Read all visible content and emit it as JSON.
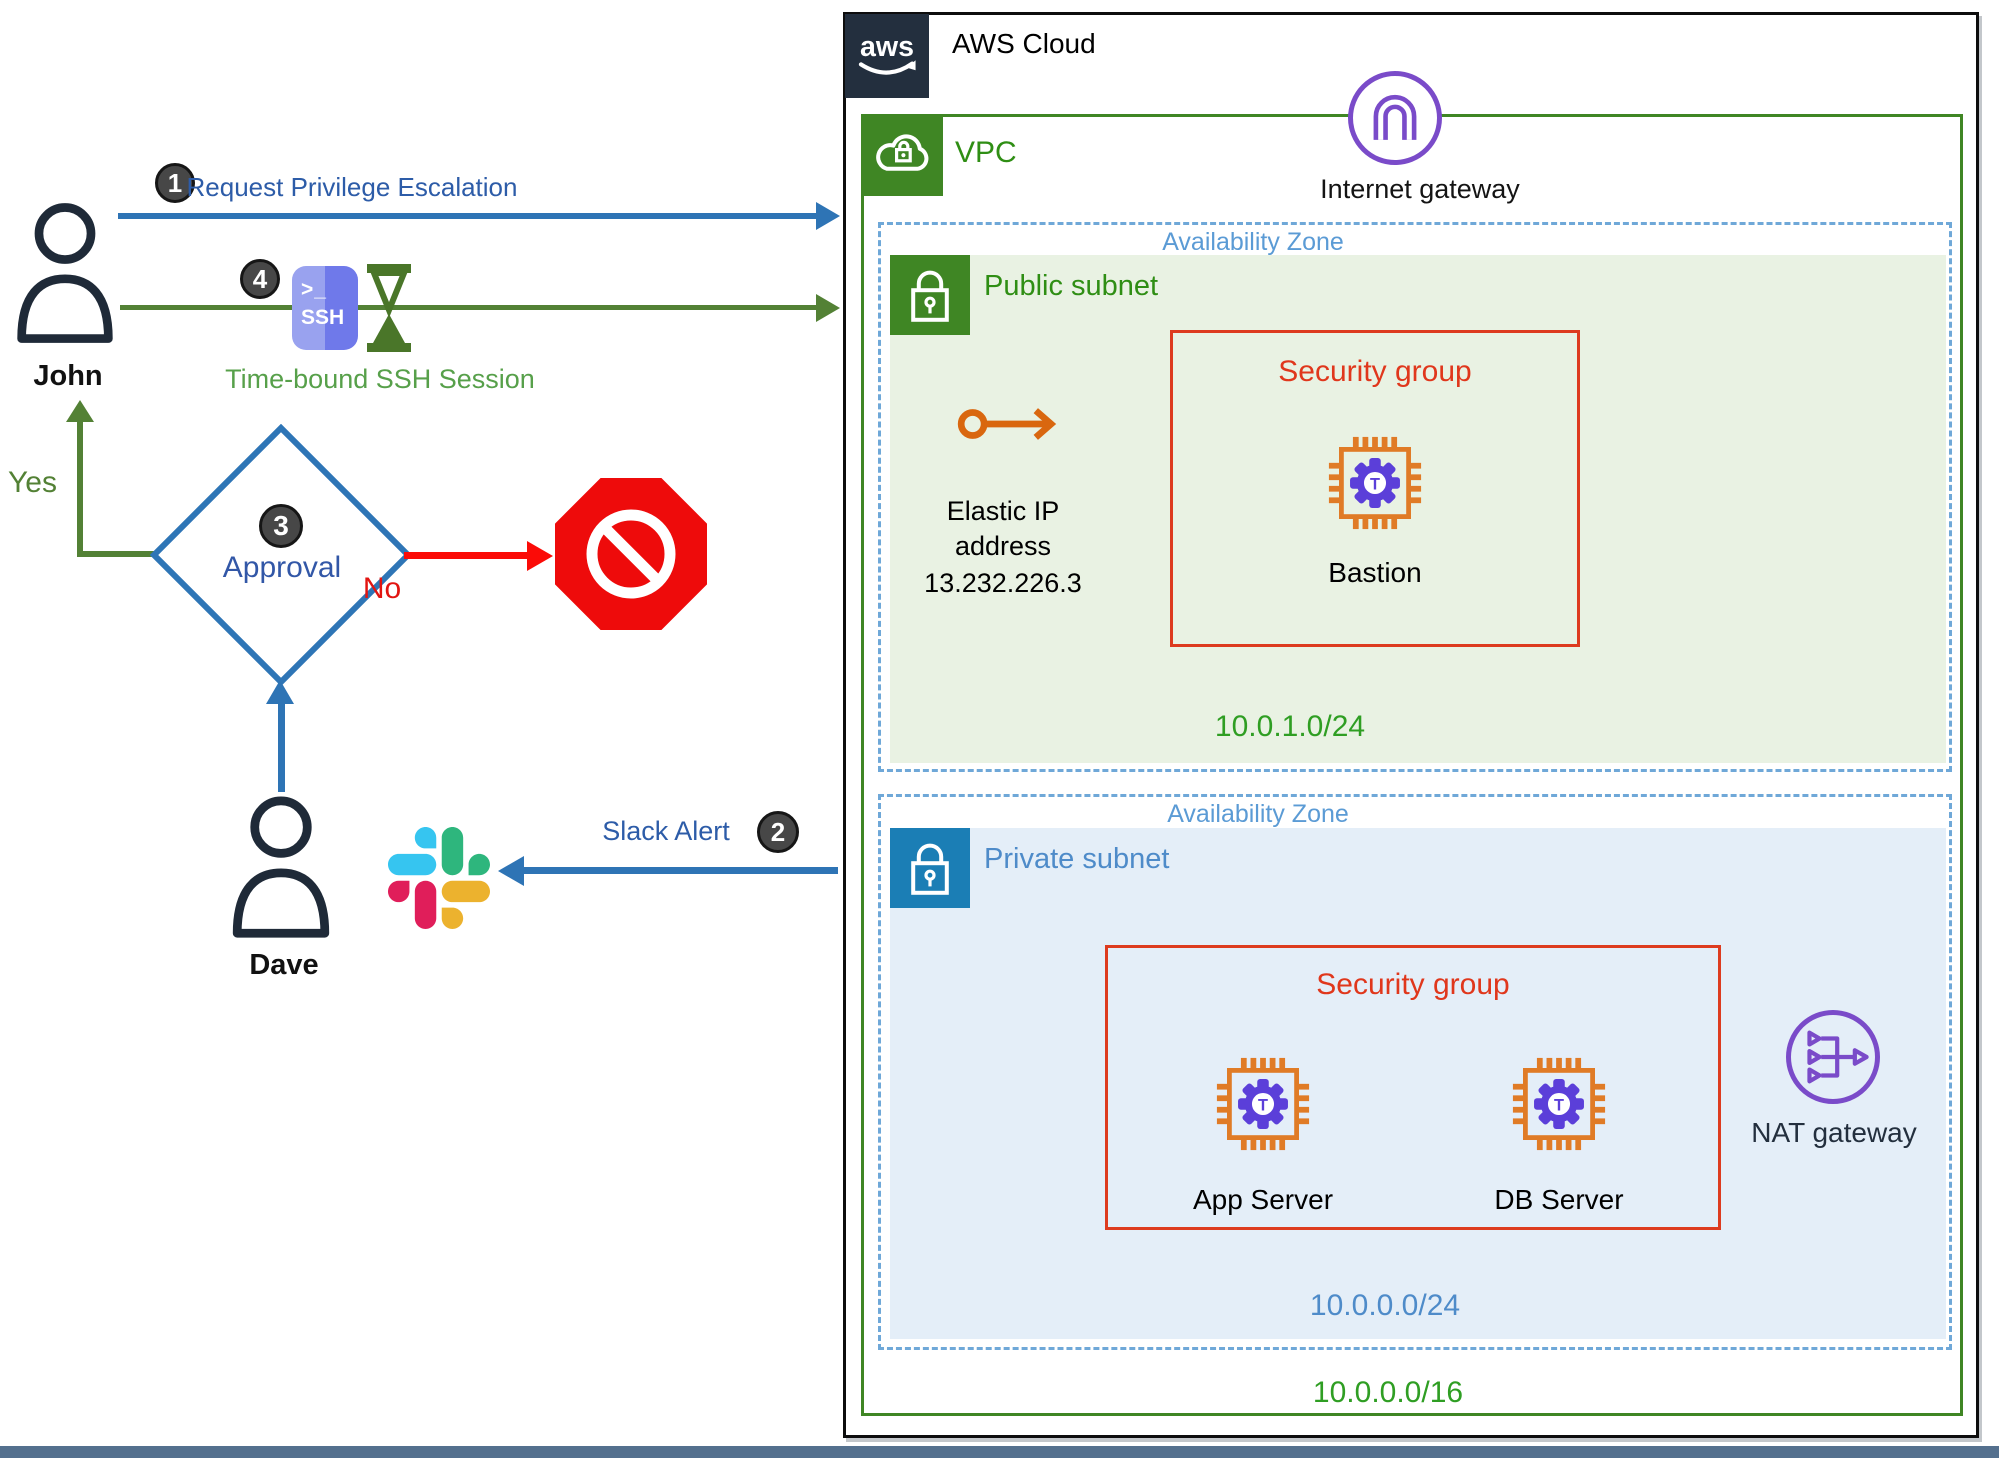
{
  "flow": {
    "actors": {
      "requester": "John",
      "approver": "Dave"
    },
    "steps": [
      {
        "num": "1",
        "label": "Request Privilege Escalation"
      },
      {
        "num": "2",
        "label": "Slack Alert"
      },
      {
        "num": "3",
        "label": "Approval"
      },
      {
        "num": "4",
        "label": "Time-bound SSH Session"
      }
    ],
    "decision": {
      "yes": "Yes",
      "no": "No"
    },
    "ssh_badge": {
      "prompt": ">_",
      "text": "SSH"
    }
  },
  "aws": {
    "logo": "aws",
    "cloud_label": "AWS Cloud",
    "internet_gateway_label": "Internet gateway",
    "nat_gateway_label": "NAT gateway",
    "availability_zone_label": "Availability Zone",
    "vpc": {
      "label": "VPC",
      "cidr": "10.0.0.0/16"
    },
    "public_subnet": {
      "label": "Public subnet",
      "security_group_label": "Security group",
      "instance_label": "Bastion",
      "elastic_ip_label": "Elastic IP address",
      "elastic_ip_value": "13.232.226.3",
      "cidr": "10.0.1.0/24"
    },
    "private_subnet": {
      "label": "Private subnet",
      "security_group_label": "Security group",
      "instances": [
        "App Server",
        "DB Server"
      ],
      "cidr": "10.0.0.0/24"
    }
  },
  "colors": {
    "flow_blue": "#2e74b5",
    "flow_green": "#538135",
    "flow_red": "#fb0b07",
    "aws_green": "#3f8624",
    "subnet_blue": "#4e8bc9",
    "security_red": "#dd3b1f",
    "network_purple": "#7a4bc9",
    "ec2_orange": "#e07b26",
    "gear_purple": "#5b3fd9",
    "aws_dark": "#232f3e",
    "az_blue": "#5b9bd5"
  }
}
